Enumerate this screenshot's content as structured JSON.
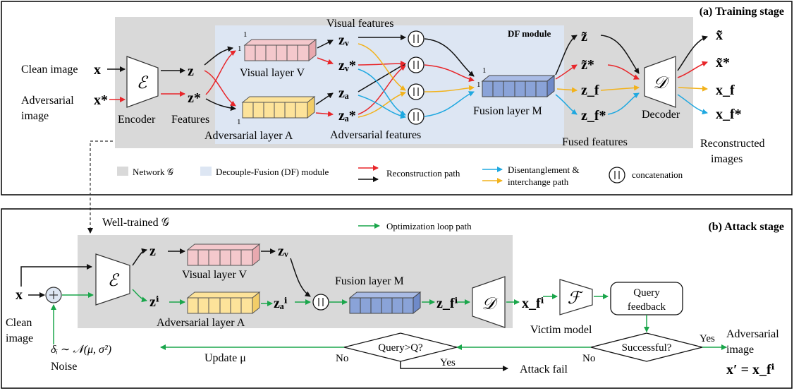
{
  "training": {
    "stage_label": "(a) Training stage",
    "input_clean": "Clean image",
    "input_adv": [
      "Adversarial",
      "image"
    ],
    "x": "x",
    "x_star": "x*",
    "encoder_symbol": "ℰ",
    "encoder_label": "Encoder",
    "features_label": "Features",
    "z": "z",
    "z_star": "z*",
    "visual_layer": "Visual layer V",
    "adversarial_layer": "Adversarial layer A",
    "dim1": "1",
    "df_module": "DF module",
    "visual_features": "Visual features",
    "adversarial_features": "Adversarial features",
    "z_v": "zᵥ",
    "z_v_star": "zᵥ*",
    "z_a": "zₐ",
    "z_a_star": "zₐ*",
    "concat": "||",
    "fusion_layer": "Fusion layer M",
    "z_tilde": "z̃",
    "z_tilde_star": "z̃*",
    "z_f": "z_f",
    "z_f_star": "z_f*",
    "fused_features": "Fused features",
    "decoder_symbol": "𝒟",
    "decoder_label": "Decoder",
    "x_tilde": "x̃",
    "x_tilde_star": "x̃*",
    "x_f": "x_f",
    "x_f_star": "x_f*",
    "reconstructed": [
      "Reconstructed",
      "images"
    ]
  },
  "legend": {
    "network": "Network 𝒢",
    "df": "Decouple-Fusion (DF) module",
    "reconstruction": "Reconstruction path",
    "disentangle": [
      "Disentanglement &",
      "interchange path"
    ],
    "concatenation": "concatenation"
  },
  "attack": {
    "stage_label": "(b) Attack stage",
    "well_trained": "Well-trained 𝒢",
    "optimization": "Optimization loop path",
    "x": "x",
    "clean": [
      "Clean",
      "image"
    ],
    "noise_formula": "δᵢ ∼ 𝒩(μ, σ²)",
    "noise_label": "Noise",
    "encoder_symbol": "ℰ",
    "z": "z",
    "z_i": "zⁱ",
    "visual_layer": "Visual layer V",
    "adversarial_layer": "Adversarial layer A",
    "z_v": "zᵥ",
    "z_a_i": "zₐⁱ",
    "concat": "||",
    "fusion_layer": "Fusion layer M",
    "z_f_i": "z_fⁱ",
    "decoder_symbol": "𝒟",
    "x_f_i": "x_fⁱ",
    "victim_symbol": "ℱ",
    "victim_label": "Victim model",
    "query_feedback": [
      "Query",
      "feedback"
    ],
    "successful": "Successful?",
    "query_q": "Query>Q?",
    "update": "Update μ",
    "yes": "Yes",
    "no": "No",
    "attack_fail": "Attack fail",
    "adversarial_out": [
      "Adversarial",
      "image"
    ],
    "x_prime": "x′ = x_fⁱ"
  },
  "colors": {
    "gray": "#d9d9d9",
    "blue_bg": "#dde6f3",
    "pink": "#f4c8cc",
    "yellow": "#fde39a",
    "fusion": "#8aa3d8",
    "red": "#e8262a",
    "black": "#111111",
    "cyan": "#1fa8e0",
    "orange": "#f2b21b",
    "green": "#1aa64b"
  }
}
